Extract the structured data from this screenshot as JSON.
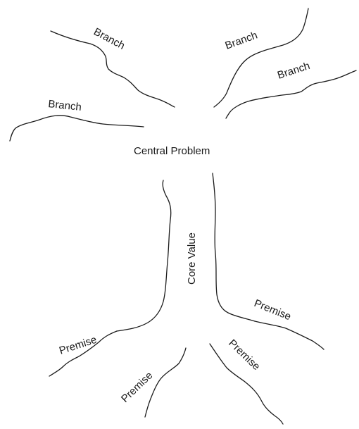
{
  "diagram": {
    "center_label": "Central Problem",
    "trunk_label": "Core Value",
    "branches": [
      {
        "label": "Branch"
      },
      {
        "label": "Branch"
      },
      {
        "label": "Branch"
      },
      {
        "label": "Branch"
      }
    ],
    "premises": [
      {
        "label": "Premise"
      },
      {
        "label": "Premise"
      },
      {
        "label": "Premise"
      },
      {
        "label": "Premise"
      }
    ]
  }
}
